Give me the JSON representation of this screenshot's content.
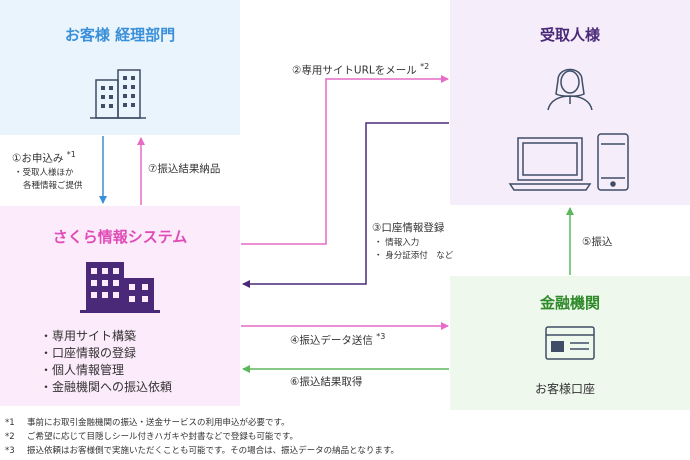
{
  "boxes": {
    "client": "お客様 経理部門",
    "recipient": "受取人様",
    "sakura": "さくら情報システム",
    "bank": "金融機関"
  },
  "bank_account_label": "お客様口座",
  "services": [
    "専用サイト構築",
    "口座情報の登録",
    "個人情報管理",
    "金融機関への振込依頼"
  ],
  "flows": {
    "apply": {
      "label": "①お申込み",
      "mark": "*1",
      "sub": [
        "・受取人様ほか",
        "各種情報ご提供"
      ]
    },
    "mail": {
      "label": "②専用サイトURLをメール",
      "mark": "*2"
    },
    "register": {
      "label": "③口座情報登録",
      "sub": [
        "・ 情報入力",
        "・ 身分証添付　など"
      ]
    },
    "send": {
      "label": "④振込データ送信",
      "mark": "*3"
    },
    "transfer": {
      "label": "⑤振込"
    },
    "result": {
      "label": "⑥振込結果取得"
    },
    "deliver": {
      "label": "⑦振込結果納品"
    }
  },
  "notes": [
    {
      "mark": "*1",
      "text": "事前にお取引金融機関の振込・送金サービスの利用申込が必要です。"
    },
    {
      "mark": "*2",
      "text": "ご希望に応じて目隠しシール付きハガキや封書などで登録も可能です。"
    },
    {
      "mark": "*3",
      "text": "振込依頼はお客様側で実施いただくことも可能です。その場合は、振込データの納品となります。"
    }
  ],
  "colors": {
    "client": "#3a8fd9",
    "recipient": "#4a2a78",
    "sakura": "#e04bb7",
    "bank": "#2f8a2a",
    "arrow_pink": "#e66cc8",
    "arrow_green": "#5bb85b",
    "arrow_purple": "#4a2a78",
    "arrow_blue": "#3a8fd9"
  }
}
